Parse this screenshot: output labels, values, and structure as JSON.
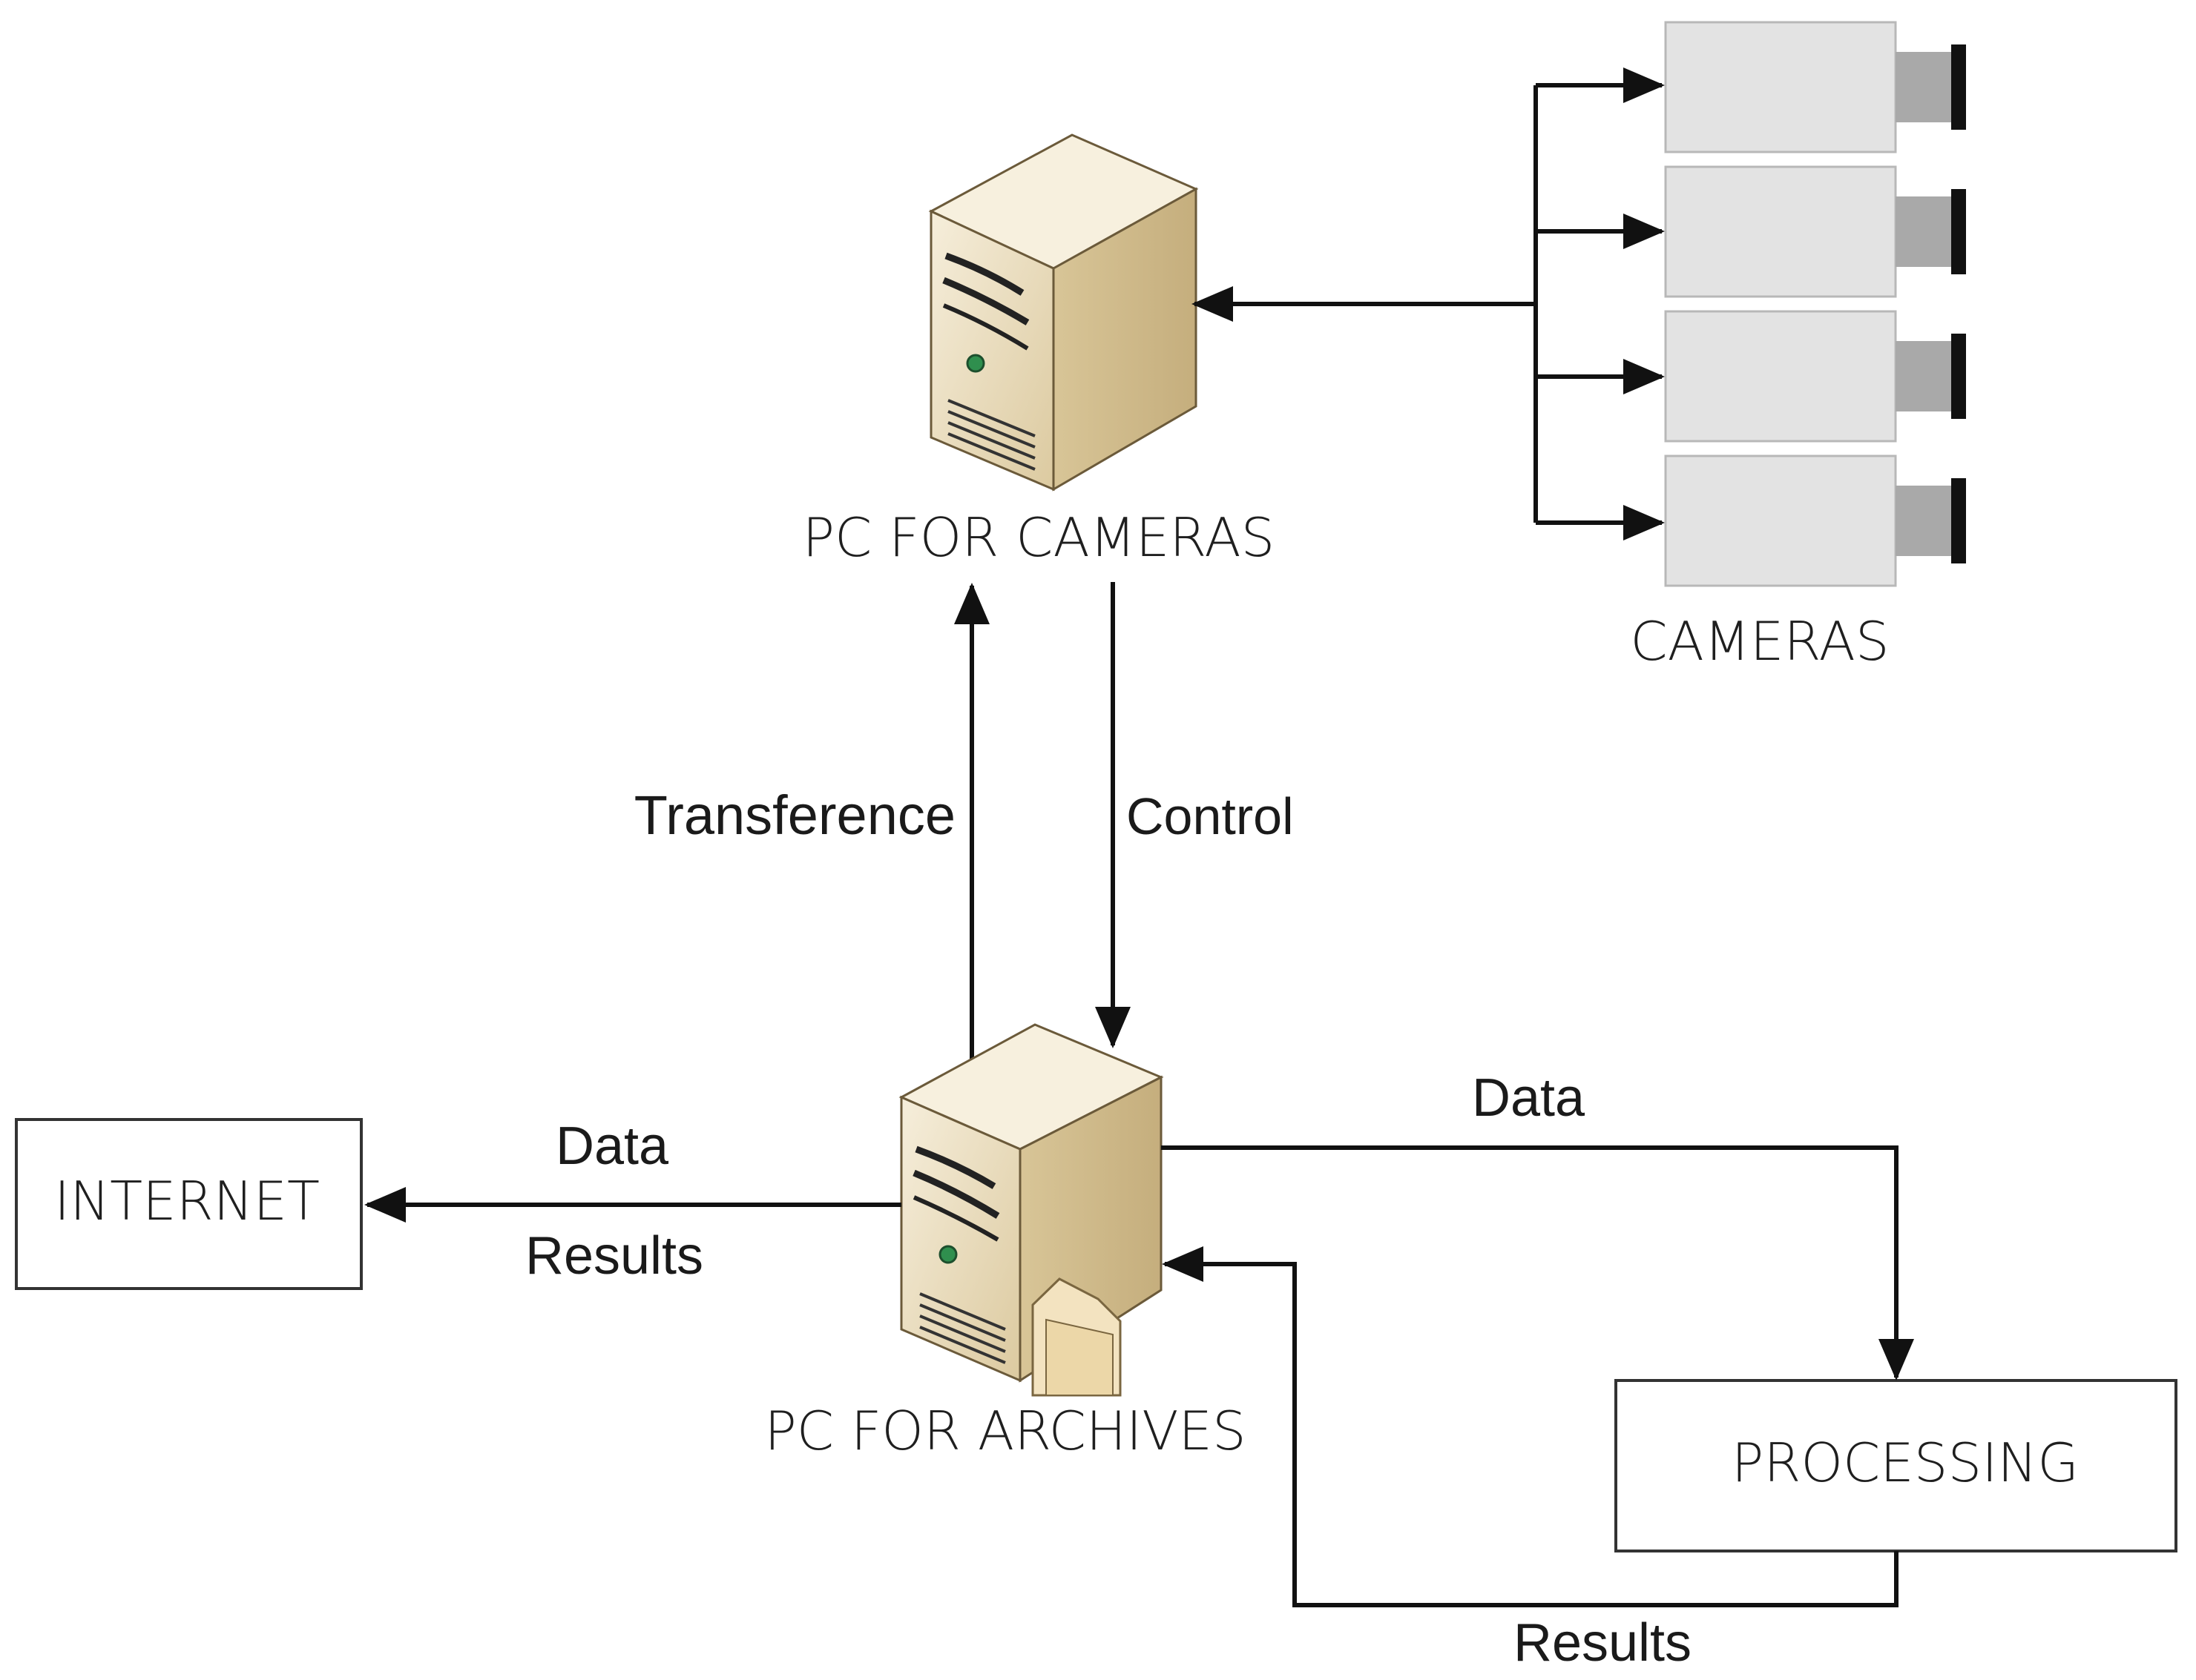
{
  "labels": {
    "pc_cameras": "PC FOR CAMERAS",
    "cameras": "CAMERAS",
    "transference": "Transference",
    "control": "Control",
    "pc_archives": "PC FOR ARCHIVES",
    "internet": "INTERNET",
    "data_left": "Data",
    "results_left": "Results",
    "data_right": "Data",
    "processing": "PROCESSING",
    "results_bottom": "Results"
  },
  "icons": {
    "server_cameras": "server-tower-icon",
    "server_archives": "server-tower-with-folder-icon",
    "camera": "video-camera-icon"
  },
  "cameras": [
    {
      "id": "camera-1"
    },
    {
      "id": "camera-2"
    },
    {
      "id": "camera-3"
    },
    {
      "id": "camera-4"
    }
  ],
  "colors": {
    "server_body": "#efe3c6",
    "server_side": "#d6c39a",
    "camera_body": "#e3e3e3",
    "camera_lens": "#a9a9a9",
    "line": "#111111"
  }
}
